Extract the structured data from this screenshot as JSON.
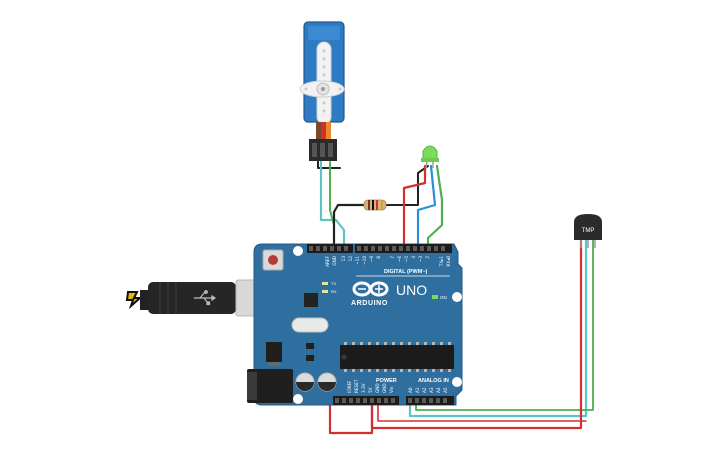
{
  "board": {
    "brand": "ARDUINO",
    "model": "UNO",
    "on_label": "ON",
    "tx_label": "TX",
    "rx_label": "RX",
    "aref_label": "AREF",
    "gnd_top_label": "GND",
    "digital_header_label": "DIGITAL (PWM~)",
    "power_label": "POWER",
    "analog_label": "ANALOG IN",
    "digital_pins": [
      "13",
      "12",
      "~11",
      "~10",
      "~9",
      "8",
      "7",
      "~6",
      "~5",
      "4",
      "~3",
      "2",
      "TX▸1",
      "RX◂0"
    ],
    "power_pins": [
      "IOREF",
      "RESET",
      "3.3V",
      "5V",
      "GND",
      "GND",
      "Vin"
    ],
    "analog_pins": [
      "A0",
      "A1",
      "A2",
      "A3",
      "A4",
      "A5"
    ]
  },
  "temp_sensor": {
    "label": "TMP"
  },
  "colors": {
    "board": "#2F6FA0",
    "wire_red": "#D32F2F",
    "wire_teal": "#5FC2C5",
    "wire_green": "#4CAF50",
    "wire_blue": "#2A8FD6",
    "wire_black": "#222222",
    "servo": "#2E7BC4",
    "led": "#7CDB5A"
  }
}
